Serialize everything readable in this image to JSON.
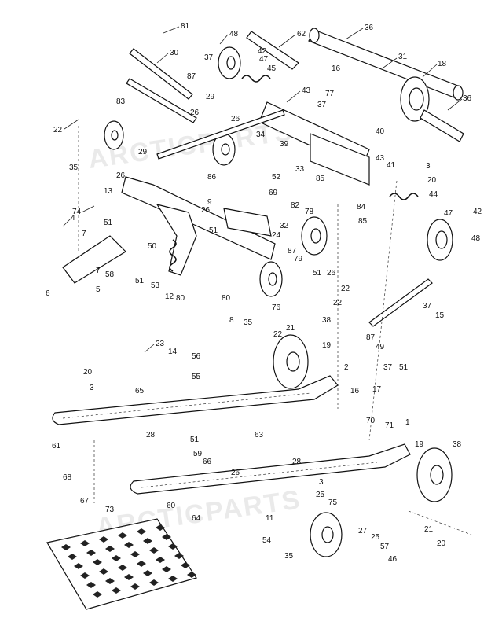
{
  "diagram": {
    "watermark": "",
    "part_numbers": [
      "81",
      "48",
      "62",
      "36",
      "30",
      "37",
      "42",
      "47",
      "45",
      "87",
      "16",
      "31",
      "18",
      "83",
      "29",
      "43",
      "36",
      "37",
      "77",
      "22",
      "26",
      "40",
      "41",
      "3",
      "20",
      "44",
      "34",
      "39",
      "33",
      "43",
      "52",
      "82",
      "85",
      "69",
      "86",
      "74",
      "13",
      "4",
      "7",
      "51",
      "9",
      "26",
      "84",
      "78",
      "32",
      "85",
      "42",
      "47",
      "48",
      "50",
      "51",
      "24",
      "58",
      "7",
      "6",
      "51",
      "53",
      "12",
      "80",
      "80",
      "37",
      "87",
      "79",
      "21",
      "38",
      "19",
      "2",
      "23",
      "14",
      "56",
      "55",
      "65",
      "20",
      "3",
      "61",
      "51",
      "16",
      "17",
      "70",
      "71",
      "1",
      "28",
      "63",
      "68",
      "59",
      "66",
      "28",
      "26",
      "3",
      "67",
      "73",
      "60",
      "64",
      "11",
      "25",
      "75",
      "54",
      "35",
      "27",
      "25",
      "57",
      "46",
      "21",
      "20",
      "19",
      "38",
      "8",
      "35",
      "76",
      "22",
      "22",
      "51",
      "26",
      "5",
      "15",
      "37",
      "51",
      "49",
      "87",
      "29",
      "35",
      "26",
      "22",
      "26"
    ],
    "parts_legend_visible": false
  }
}
